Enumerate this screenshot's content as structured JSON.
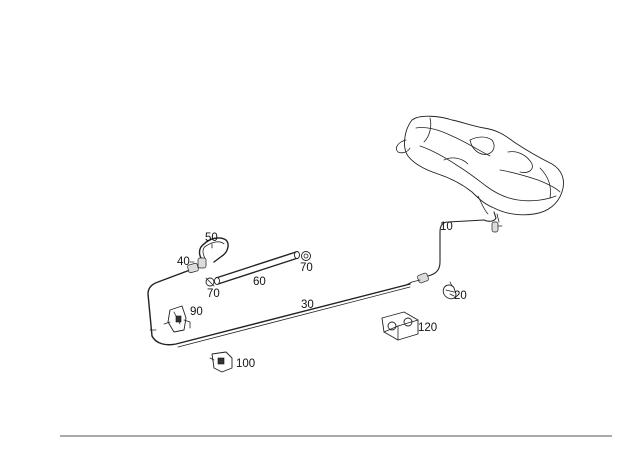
{
  "diagram": {
    "callouts": {
      "c10": "10",
      "c20": "20",
      "c30": "30",
      "c40": "40",
      "c50": "50",
      "c60": "60",
      "c70a": "70",
      "c70b": "70",
      "c90": "90",
      "c100": "100",
      "c120": "120"
    }
  },
  "colors": {
    "line": "#222222",
    "background": "#ffffff"
  }
}
